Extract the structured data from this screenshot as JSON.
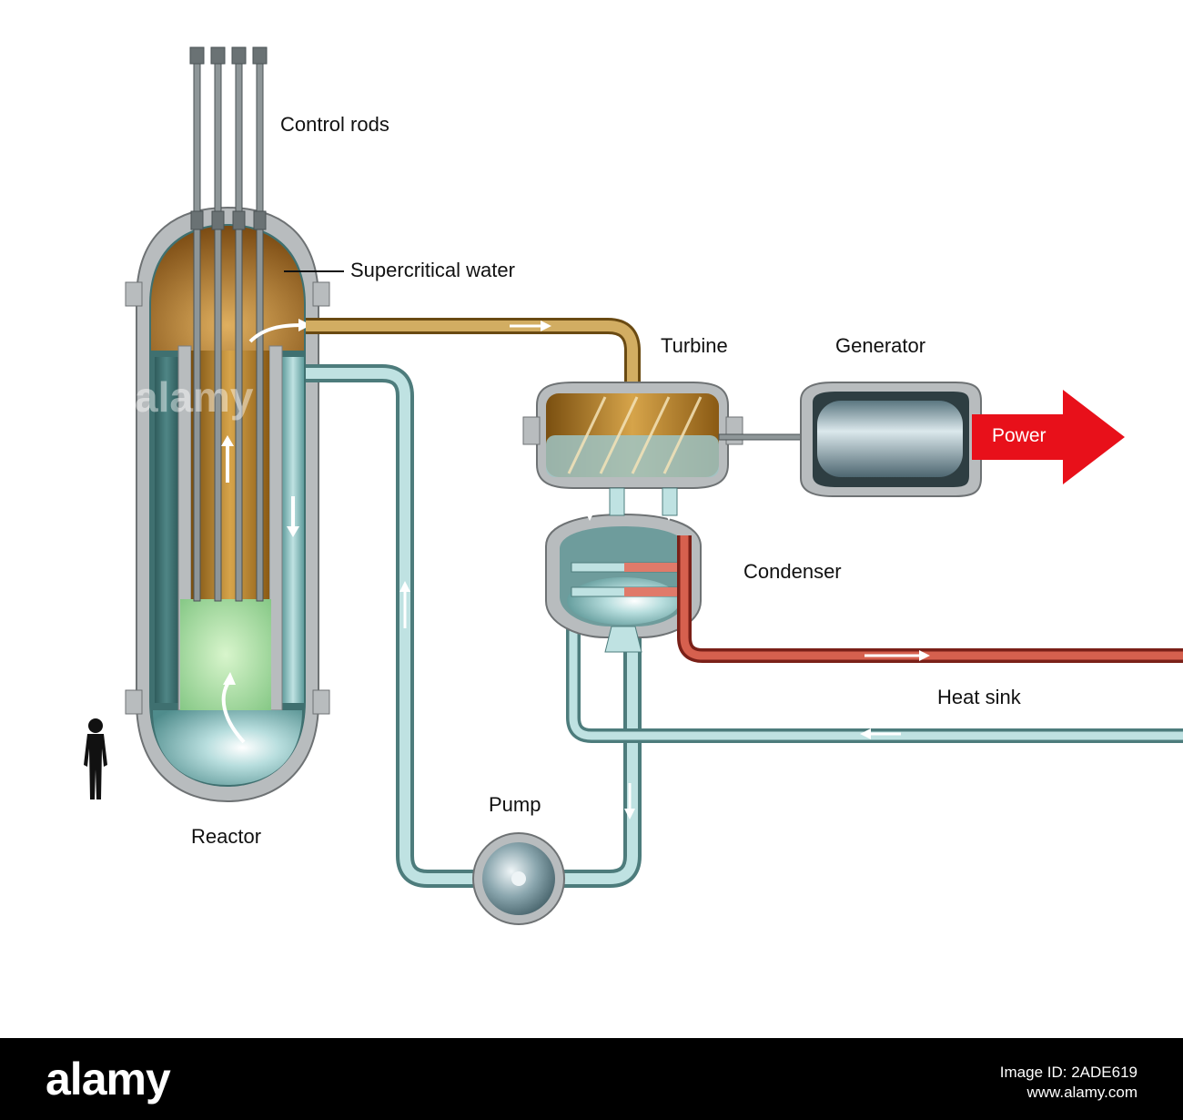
{
  "labels": {
    "control_rods": "Control rods",
    "supercritical_water": "Supercritical water",
    "turbine": "Turbine",
    "generator": "Generator",
    "power": "Power",
    "condenser": "Condenser",
    "heat_sink": "Heat sink",
    "pump": "Pump",
    "reactor": "Reactor"
  },
  "watermark": "alamy",
  "footer": {
    "brand": "alamy",
    "image_id": "Image ID: 2ADE619",
    "site": "www.alamy.com"
  },
  "colors": {
    "power_arrow": "#e8101a",
    "supercritical_water": "#b07a1c",
    "coolant": "#7fb8b8",
    "heat_sink_pipe": "#c84030",
    "core": "#a8e0a0",
    "vessel_shell": "#b8bcbe"
  }
}
